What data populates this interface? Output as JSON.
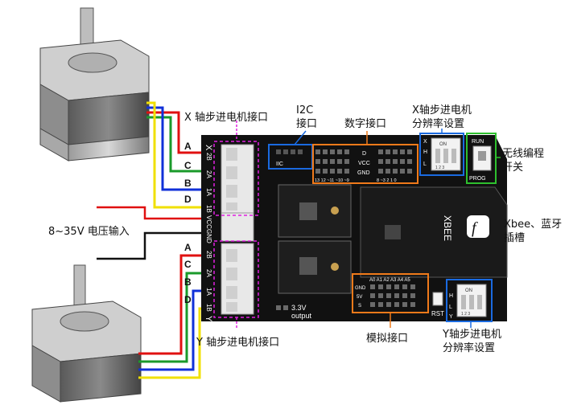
{
  "labels": {
    "x_motor_port": "X 轴步进电机接口",
    "y_motor_port": "Y 轴步进电机接口",
    "i2c_line1": "I2C",
    "i2c_line2": "接口",
    "digital_port": "数字接口",
    "x_res_line1": "X轴步进电机",
    "x_res_line2": "分辨率设置",
    "y_res_line1": "Y轴步进电机",
    "y_res_line2": "分辨率设置",
    "wireless_line1": "无线编程",
    "wireless_line2": "开关",
    "xbee_line1": "Xbee、蓝牙",
    "xbee_line2": "插槽",
    "voltage_input": "8~35V 电压输入",
    "analog_port": "模拟接口",
    "output_line1": "3.3V",
    "output_line2": "output"
  },
  "board": {
    "x_axis": "X",
    "y_axis": "Y",
    "x_pins": [
      "2B",
      "2A",
      "1A",
      "1B"
    ],
    "y_pins": [
      "2B",
      "2A",
      "1A",
      "1B"
    ],
    "power_pins": [
      "VCC",
      "GND"
    ],
    "iic": "IIC",
    "digital_labels": [
      "D",
      "VCC",
      "GND"
    ],
    "digital_numbers_left": "13 12 ~11 ~10 ~9",
    "digital_numbers_right": "8 ~3 2 1 0",
    "analog_header": "A0 A1 A2 A3 A4 A5",
    "analog_rows": [
      "GND",
      "5V",
      "S"
    ],
    "run": "RUN",
    "prog": "PROG",
    "xbee": "XBEE",
    "rst": "RST",
    "dip_on": "ON",
    "dip_h": "H",
    "dip_l": "L",
    "dip_nums": "1 2 3"
  },
  "wires": {
    "top": [
      "A",
      "C",
      "B",
      "D"
    ],
    "bottom": [
      "A",
      "C",
      "B",
      "D"
    ]
  },
  "colors": {
    "wire_red": "#e01010",
    "wire_green": "#1a9a2a",
    "wire_blue": "#1030d8",
    "wire_yellow": "#f0e000",
    "highlight_orange": "#f07a1a",
    "highlight_blue": "#1a6ae0",
    "highlight_green": "#2ec02e",
    "highlight_magenta": "#e020e0"
  }
}
